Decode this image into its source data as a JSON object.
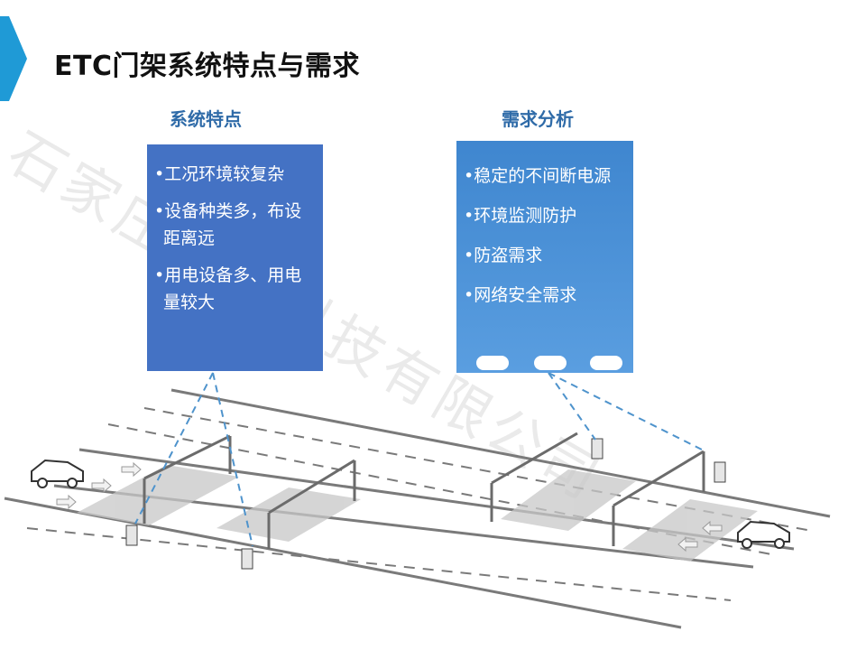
{
  "title": "ETC门架系统特点与需求",
  "left_column": {
    "heading": "系统特点",
    "items": [
      "•工况环境较复杂",
      "•设备种类多，布设距离远",
      "•用电设备多、用电量较大"
    ]
  },
  "right_column": {
    "heading": "需求分析",
    "items": [
      "•稳定的不间断电源",
      "•环境监测防护",
      "•防盗需求",
      "•网络安全需求"
    ]
  },
  "watermark": "石家庄和嘉科技有限公司",
  "colors": {
    "title": "#111111",
    "heading": "#2f6ba8",
    "left_box": "#4472c4",
    "right_box": "#4a93d8",
    "corner_tab": "#1f9ad6"
  },
  "icons": [
    "car-icon",
    "gantry-icon",
    "cabinet-icon",
    "arrow-icon"
  ]
}
